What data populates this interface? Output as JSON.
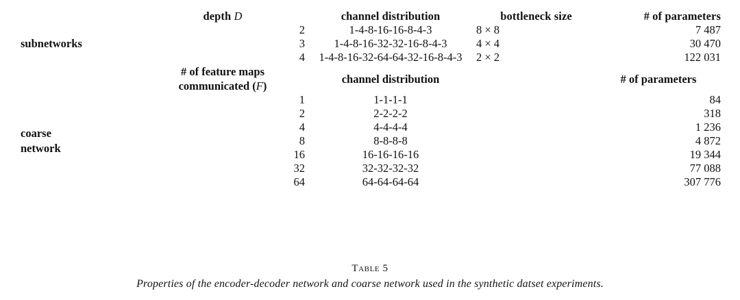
{
  "table": {
    "number_label": "Table 5",
    "caption": "Properties of the encoder-decoder network and coarse network used in the synthetic datset experiments.",
    "section_subnetworks": {
      "row_label_line1": "subnetworks",
      "headers": {
        "depth": "depth",
        "depth_symbol": "D",
        "channel_distribution": "channel distribution",
        "bottleneck_size": "bottleneck size",
        "num_parameters": "# of parameters"
      },
      "rows": [
        {
          "depth": "2",
          "channel_distribution": "1-4-8-16-16-8-4-3",
          "bottleneck_size": "8 × 8",
          "num_parameters": "7 487"
        },
        {
          "depth": "3",
          "channel_distribution": "1-4-8-16-32-32-16-8-4-3",
          "bottleneck_size": "4 × 4",
          "num_parameters": "30 470"
        },
        {
          "depth": "4",
          "channel_distribution": "1-4-8-16-32-64-64-32-16-8-4-3",
          "bottleneck_size": "2 × 2",
          "num_parameters": "122 031"
        }
      ]
    },
    "section_coarse": {
      "row_label_line1": "coarse",
      "row_label_line2": "network",
      "headers": {
        "feature_maps_line1": "# of feature maps",
        "feature_maps_line2": "communicated",
        "feature_maps_symbol": "F",
        "channel_distribution": "channel distribution",
        "num_parameters": "# of parameters"
      },
      "rows": [
        {
          "f": "1",
          "channel_distribution": "1-1-1-1",
          "num_parameters": "84"
        },
        {
          "f": "2",
          "channel_distribution": "2-2-2-2",
          "num_parameters": "318"
        },
        {
          "f": "4",
          "channel_distribution": "4-4-4-4",
          "num_parameters": "1 236"
        },
        {
          "f": "8",
          "channel_distribution": "8-8-8-8",
          "num_parameters": "4 872"
        },
        {
          "f": "16",
          "channel_distribution": "16-16-16-16",
          "num_parameters": "19 344"
        },
        {
          "f": "32",
          "channel_distribution": "32-32-32-32",
          "num_parameters": "77 088"
        },
        {
          "f": "64",
          "channel_distribution": "64-64-64-64",
          "num_parameters": "307 776"
        }
      ]
    }
  }
}
